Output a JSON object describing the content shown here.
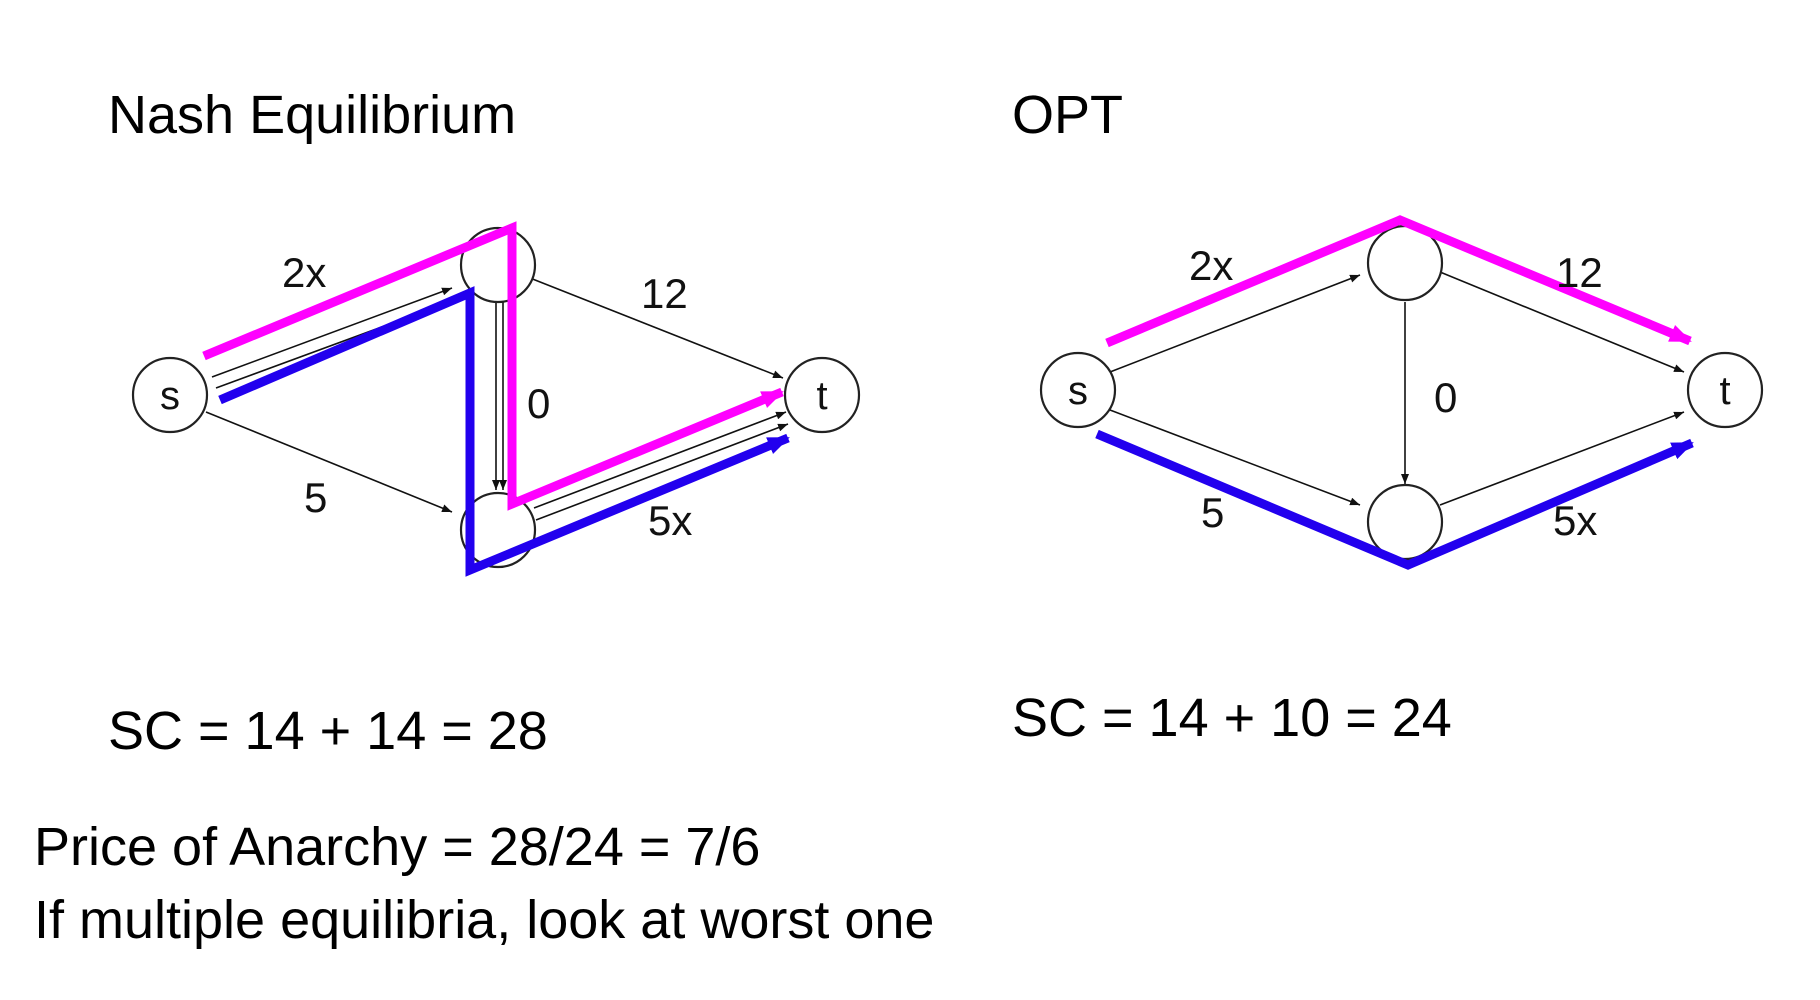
{
  "nash": {
    "title": "Nash Equilibrium",
    "social_cost": "SC = 14 + 14 = 28",
    "labels": {
      "s_top": "2x",
      "top_t": "12",
      "top_bottom": "0",
      "s_bottom": "5",
      "bottom_t": "5x"
    },
    "nodes": {
      "source": "s",
      "sink": "t"
    }
  },
  "opt": {
    "title": "OPT",
    "social_cost": "SC = 14 + 10 = 24",
    "labels": {
      "s_top": "2x",
      "top_t": "12",
      "top_bottom": "0",
      "s_bottom": "5",
      "bottom_t": "5x"
    },
    "nodes": {
      "source": "s",
      "sink": "t"
    }
  },
  "summary": {
    "price_of_anarchy": "Price of Anarchy = 28/24 = 7/6",
    "note": "If multiple equilibria, look at worst one"
  },
  "colors": {
    "magenta_path": "#ff00ff",
    "blue_path": "#2200ee"
  }
}
